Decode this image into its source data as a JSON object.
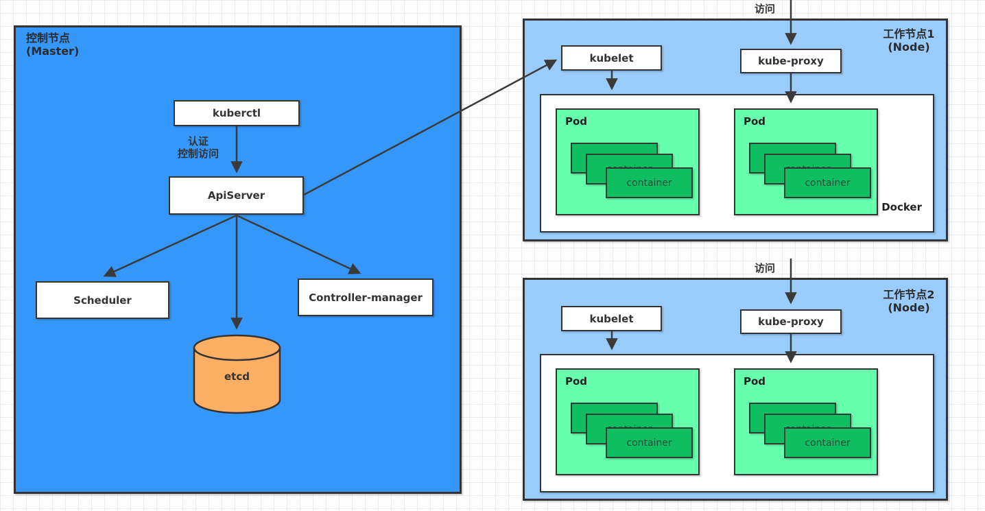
{
  "diagram": {
    "master": {
      "title": "控制节点",
      "subtitle": "(Master)",
      "kuberctl_label": "kuberctl",
      "auth_label_line1": "认证",
      "auth_label_line2": "控制访问",
      "apiserver_label": "ApiServer",
      "scheduler_label": "Scheduler",
      "controller_manager_label": "Controller-manager",
      "etcd_label": "etcd"
    },
    "nodes": [
      {
        "title": "工作节点1",
        "subtitle": "(Node)",
        "visit_label": "访问",
        "kubelet_label": "kubelet",
        "kube_proxy_label": "kube-proxy",
        "docker_label": "Docker",
        "pods": [
          {
            "label": "Pod"
          },
          {
            "label": "Pod"
          }
        ]
      },
      {
        "title": "工作节点2",
        "subtitle": "(Node)",
        "visit_label": "访问",
        "kubelet_label": "kubelet",
        "kube_proxy_label": "kube-proxy",
        "docker_label": "",
        "pods": [
          {
            "label": "Pod"
          },
          {
            "label": "Pod"
          }
        ]
      }
    ],
    "container_label": "container",
    "colors": {
      "master_fill": "#3697fb",
      "node_fill": "#99ccfb",
      "pod_fill": "#66ffae",
      "container_fill": "#10be62",
      "etcd_fill": "#fbaf63",
      "border": "#333333",
      "arrow": "#3a3a3a",
      "grid_line": "#ececec"
    }
  }
}
